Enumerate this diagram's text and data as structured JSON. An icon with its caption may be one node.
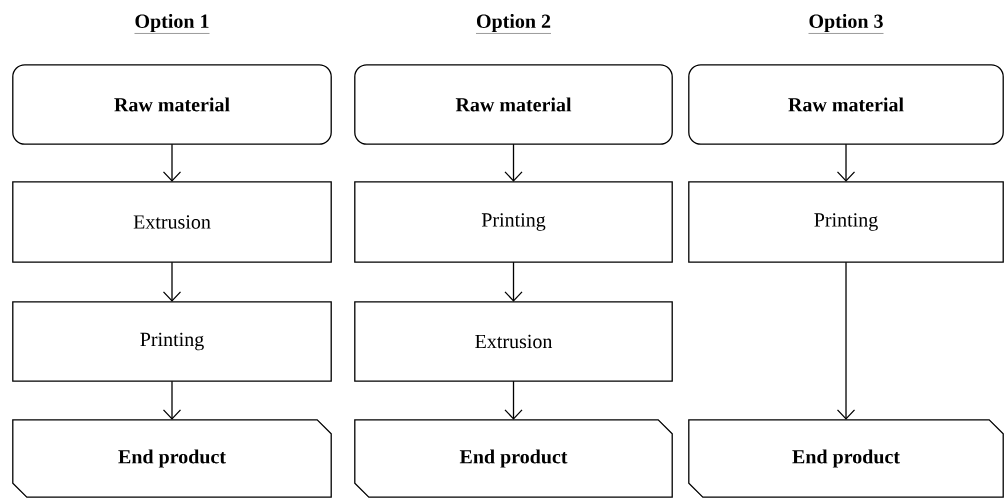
{
  "diagram": {
    "nodes": [
      {
        "text": [
          "Raw material"
        ]
      },
      {
        "text": [
          "Extrusion"
        ]
      },
      {
        "text": [
          "Printing"
        ]
      },
      {
        "text": [
          "End product"
        ]
      },
      {
        "text": [
          "Raw material"
        ]
      },
      {
        "text": [
          "Printing"
        ]
      },
      {
        "text": [
          "Extrusion"
        ]
      },
      {
        "text": [
          "End product"
        ]
      },
      {
        "text": [
          "Raw material"
        ]
      },
      {
        "text": [
          "Printing"
        ]
      },
      {
        "text": [
          "End product"
        ]
      }
    ],
    "edges": [
      {
        "from": 0,
        "to": 1,
        "arrow": "to"
      },
      {
        "from": 1,
        "to": 2,
        "arrow": "to"
      },
      {
        "from": 2,
        "to": 3,
        "arrow": "to"
      },
      {
        "from": 4,
        "to": 5,
        "arrow": "to"
      },
      {
        "from": 5,
        "to": 6,
        "arrow": "to"
      },
      {
        "from": 6,
        "to": 7,
        "arrow": "to"
      },
      {
        "from": 8,
        "to": 9,
        "arrow": "to"
      },
      {
        "from": 9,
        "to": 10,
        "arrow": "to"
      }
    ],
    "labels": [
      "Option 1",
      "Option 2",
      "Option 3"
    ]
  }
}
